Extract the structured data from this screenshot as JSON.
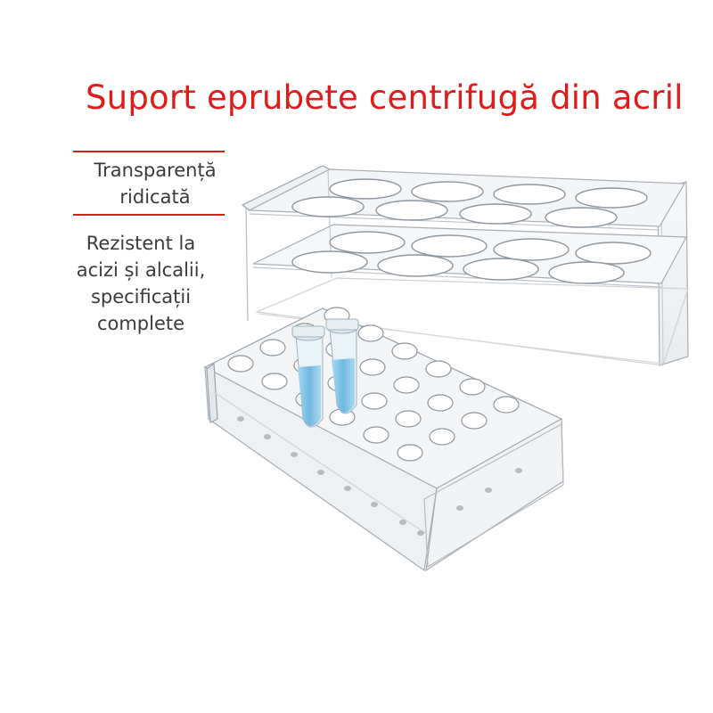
{
  "title": "Suport eprubete centrifugă din acril",
  "features": [
    {
      "lines": [
        "Transparență",
        "ridicată"
      ]
    },
    {
      "lines": [
        "Rezistent la",
        "acizi și alcalii,",
        "specificații",
        "complete"
      ]
    }
  ],
  "colors": {
    "accent": "#e01b1b",
    "text": "#3b3b3b",
    "liquid": "#7fc3e6"
  },
  "illustration": {
    "large_rack": {
      "tiers": 2,
      "holes_per_tier": 8
    },
    "small_rack": {
      "holes": 24,
      "tubes": 2
    }
  }
}
